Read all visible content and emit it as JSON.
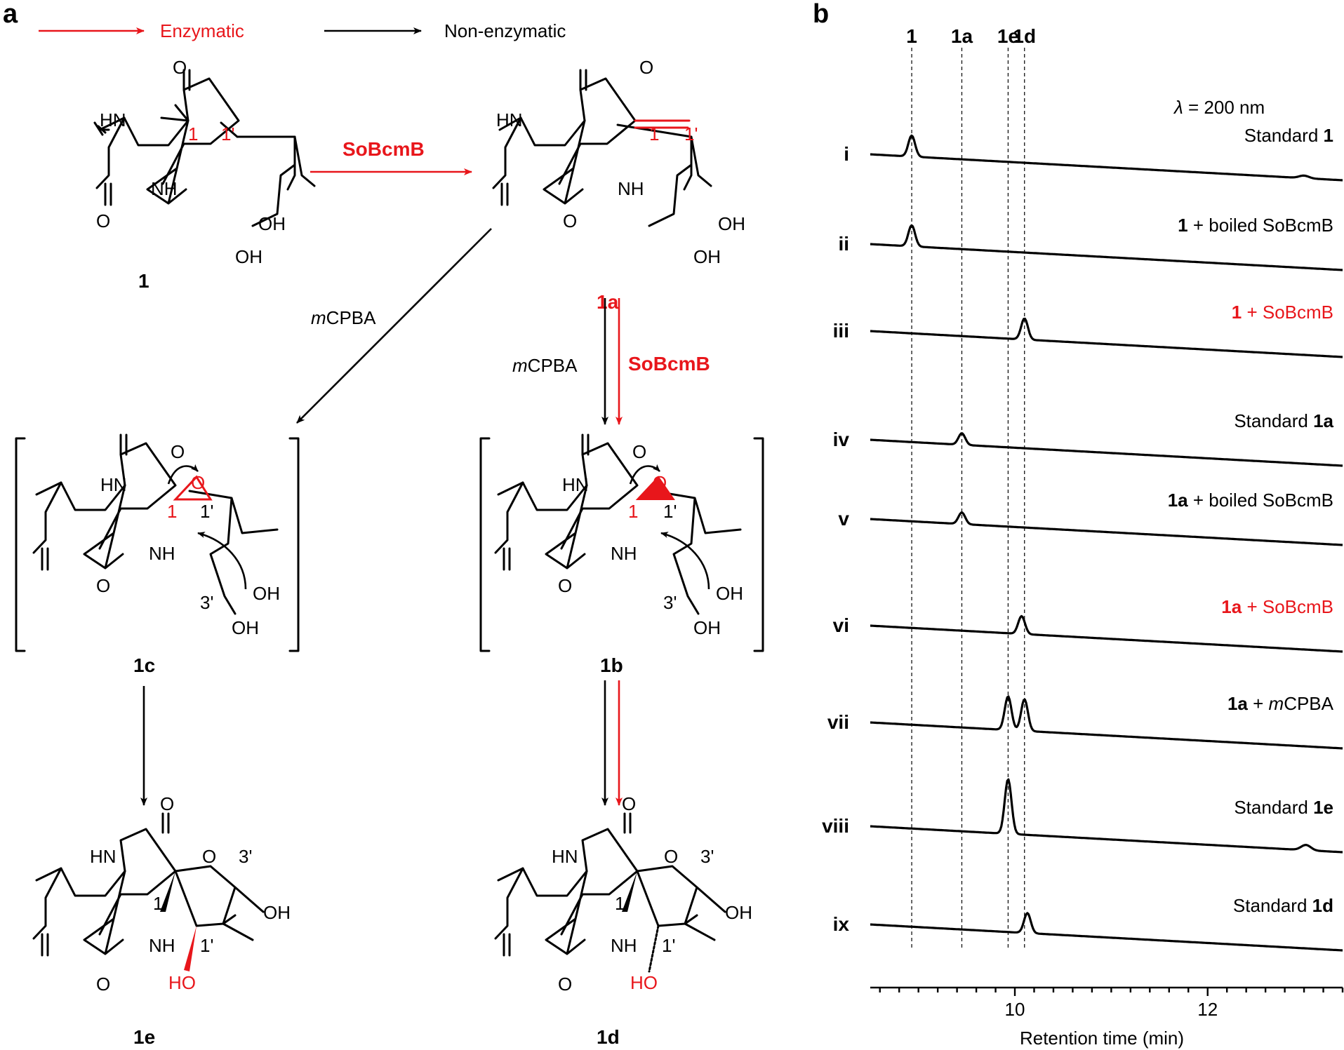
{
  "panel_a": {
    "letter": "a",
    "legend": {
      "enzymatic": "Enzymatic",
      "non_enzymatic": "Non-enzymatic"
    },
    "reagents": {
      "enzyme_top": "SoBcmB",
      "enzyme_right": "SoBcmB",
      "mcpba_left_italic": "m",
      "mcpba_left_rest": "CPBA",
      "mcpba_mid_italic": "m",
      "mcpba_mid_rest": "CPBA"
    },
    "compounds": {
      "c1": "1",
      "c1a": "1a",
      "c1c": "1c",
      "c1b": "1b",
      "c1e": "1e",
      "c1d": "1d"
    },
    "atoms": {
      "HN": "HN",
      "NH": "NH",
      "O": "O",
      "OH": "OH",
      "HO": "HO",
      "pos1": "1",
      "pos1p": "1'",
      "pos3p": "3'"
    },
    "colors": {
      "enzymatic": "#e8161b",
      "non_enzymatic": "#000000"
    }
  },
  "panel_b": {
    "letter": "b",
    "peak_labels": [
      "1",
      "1a",
      "1e",
      "1d"
    ],
    "wavelength_symbol": "λ",
    "wavelength_text": " = 200 nm",
    "traces": [
      {
        "roman": "i",
        "parts": [
          [
            "Standard ",
            "n"
          ],
          [
            "1",
            "b"
          ]
        ],
        "color": "#000000"
      },
      {
        "roman": "ii",
        "parts": [
          [
            "1",
            "b"
          ],
          [
            " + boiled SoBcmB",
            "n"
          ]
        ],
        "color": "#000000"
      },
      {
        "roman": "iii",
        "parts": [
          [
            "1",
            "b"
          ],
          [
            " + SoBcmB",
            "n"
          ]
        ],
        "color": "#e8161b"
      },
      {
        "roman": "iv",
        "parts": [
          [
            "Standard ",
            "n"
          ],
          [
            "1a",
            "b"
          ]
        ],
        "color": "#000000"
      },
      {
        "roman": "v",
        "parts": [
          [
            "1a",
            "b"
          ],
          [
            " + boiled SoBcmB",
            "n"
          ]
        ],
        "color": "#000000"
      },
      {
        "roman": "vi",
        "parts": [
          [
            "1a",
            "b"
          ],
          [
            " + SoBcmB",
            "n"
          ]
        ],
        "color": "#e8161b"
      },
      {
        "roman": "vii",
        "parts": [
          [
            "1a",
            "b"
          ],
          [
            " + ",
            "n"
          ],
          [
            "m",
            "i"
          ],
          [
            "CPBA",
            "n"
          ]
        ],
        "color": "#000000"
      },
      {
        "roman": "viii",
        "parts": [
          [
            "Standard ",
            "n"
          ],
          [
            "1e",
            "b"
          ]
        ],
        "color": "#000000"
      },
      {
        "roman": "ix",
        "parts": [
          [
            "Standard ",
            "n"
          ],
          [
            "1d",
            "b"
          ]
        ],
        "color": "#000000"
      }
    ],
    "chart_data": {
      "type": "line",
      "xlabel": "Retention time (min)",
      "ylabel": "",
      "xlim": [
        8.5,
        13.4
      ],
      "x_ticks": [
        10,
        12
      ],
      "peak_positions_min": {
        "1": 8.93,
        "1a": 9.45,
        "1e": 9.93,
        "1d": 10.1
      },
      "series": [
        {
          "peaks": [
            [
              8.93,
              1.0
            ]
          ],
          "bumps": [
            [
              13.0,
              0.12
            ]
          ]
        },
        {
          "peaks": [
            [
              8.93,
              1.0
            ]
          ]
        },
        {
          "peaks": [
            [
              10.1,
              1.0
            ]
          ]
        },
        {
          "peaks": [
            [
              9.45,
              0.55
            ]
          ]
        },
        {
          "peaks": [
            [
              9.45,
              0.55
            ]
          ]
        },
        {
          "peaks": [
            [
              10.07,
              0.85
            ]
          ]
        },
        {
          "peaks": [
            [
              9.93,
              1.6
            ],
            [
              10.1,
              1.5
            ]
          ]
        },
        {
          "peaks": [
            [
              9.93,
              2.6
            ]
          ],
          "bumps": [
            [
              13.02,
              0.25
            ]
          ]
        },
        {
          "peaks": [
            [
              10.13,
              0.95
            ]
          ]
        }
      ]
    }
  }
}
